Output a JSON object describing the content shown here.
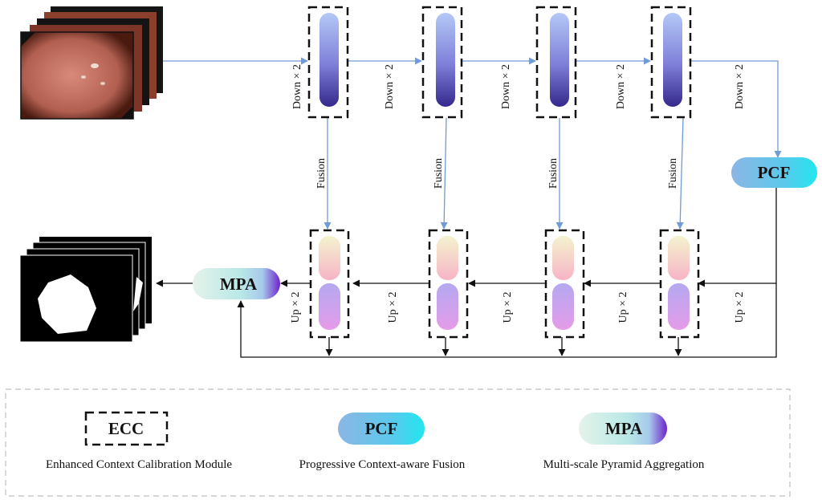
{
  "labels": {
    "down": "Down × 2",
    "up": "Up × 2",
    "fusion": "Fusion"
  },
  "blocks": {
    "pcf": "PCF",
    "mpa": "MPA",
    "ecc": "ECC"
  },
  "legend": {
    "ecc_text": "Enhanced Context Calibration Module",
    "pcf_text": "Progressive Context-aware Fusion",
    "mpa_text": "Multi-scale Pyramid Aggregation"
  },
  "colors": {
    "blue_arrow": "#6f9bd6",
    "black_arrow": "#111111",
    "encoder_top": "#a9bff3",
    "encoder_bottom": "#3c2f96",
    "pcf_left": "#85b8e6",
    "pcf_right": "#27e2ee",
    "mpa_left": "#e6f3ea",
    "mpa_right": "#7a2bd0",
    "decoder_top_a": "#f6f0c8",
    "decoder_top_b": "#f7b8c8",
    "decoder_bottom_a": "#b9a7f0",
    "decoder_bottom_b": "#e199ea"
  }
}
